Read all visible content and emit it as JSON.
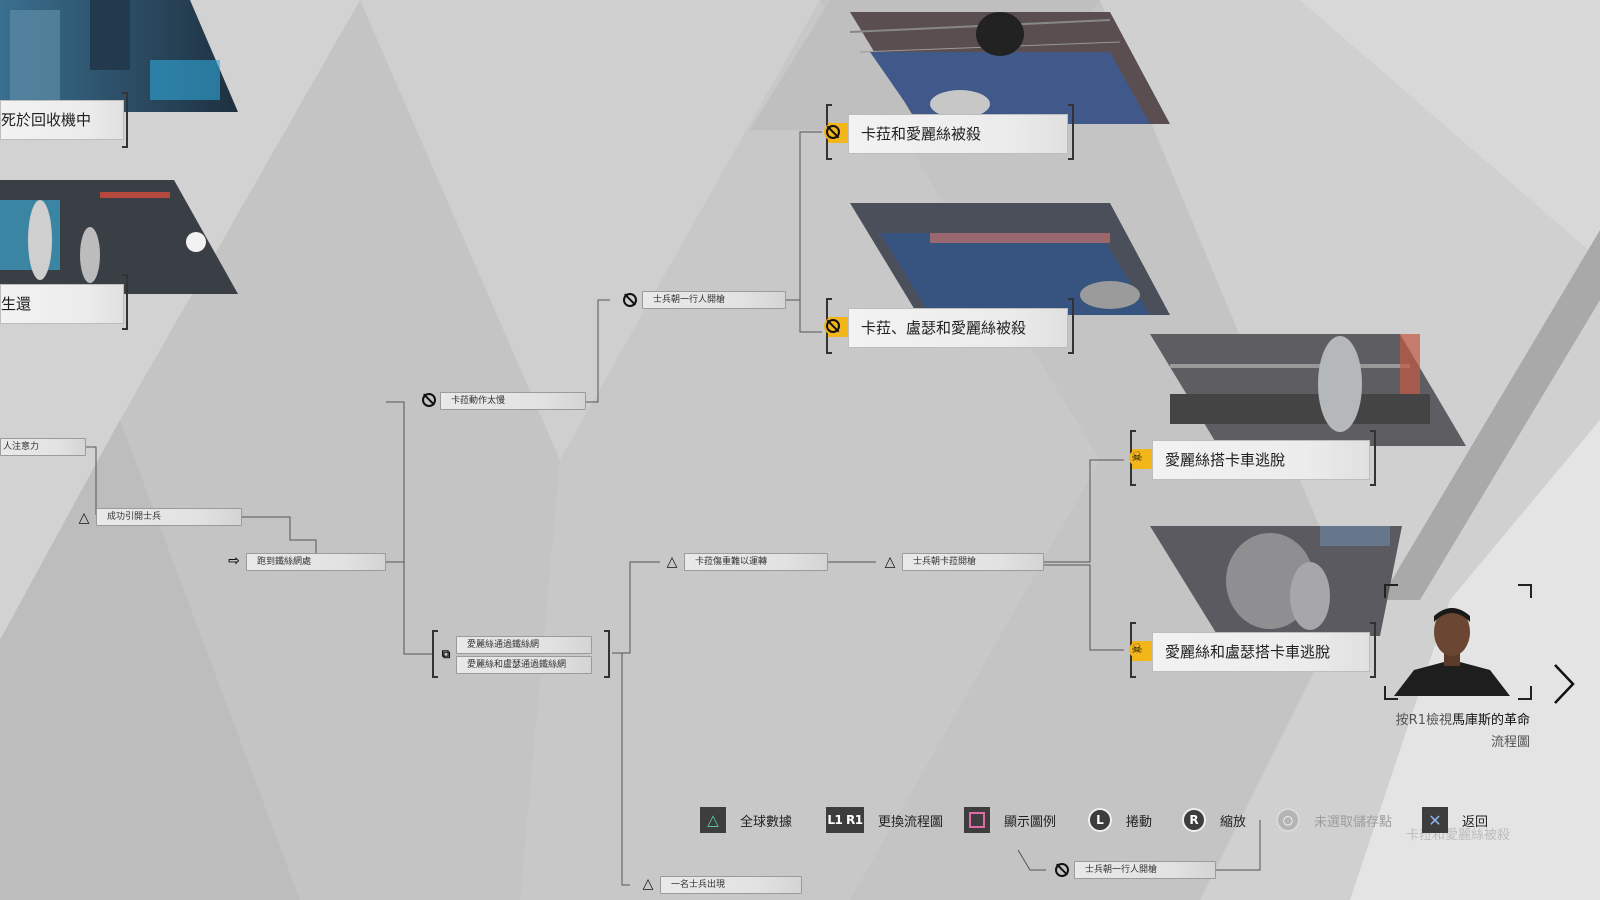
{
  "left_endings": [
    {
      "label": "死於回收機中"
    },
    {
      "label": "生還"
    }
  ],
  "nodes": {
    "attention": "人注意力",
    "lure_soldier": "成功引開士兵",
    "run_to_fence": "跑到鐵絲網處",
    "kara_too_slow": "卡菈動作太慢",
    "soldier_fires": "士兵朝一行人開槍",
    "alice_through_fence": "愛麗絲通過鐵絲網",
    "alice_luther_through_fence": "愛麗絲和盧瑟通過鐵絲網",
    "kara_turns_back": "卡菈傷重難以運轉",
    "soldier_fires_at_kara": "士兵朝卡菈開槍",
    "soldier_appears": "一名士兵出現",
    "soldier_fires_bottom": "士兵朝一行人開槍"
  },
  "endings": [
    {
      "label": "卡菈和愛麗絲被殺",
      "icon": "ban-icon"
    },
    {
      "label": "卡菈、盧瑟和愛麗絲被殺",
      "icon": "ban-icon"
    },
    {
      "label": "愛麗絲搭卡車逃脫",
      "icon": "skull-icon"
    },
    {
      "label": "愛麗絲和盧瑟搭卡車逃脫",
      "icon": "skull-icon"
    }
  ],
  "hint": {
    "line1_prefix": "按R1檢視",
    "line1_name": "馬庫斯的革命",
    "line2": "流程圖"
  },
  "buttons": [
    {
      "key": "△",
      "label": "全球數據",
      "icon": "triangle-icon"
    },
    {
      "key": "L1 R1",
      "label": "更換流程圖",
      "icon": "l1-r1-icon"
    },
    {
      "key": "□",
      "label": "顯示圖例",
      "icon": "square-icon"
    },
    {
      "key": "L",
      "label": "捲動",
      "icon": "left-stick-icon"
    },
    {
      "key": "R",
      "label": "縮放",
      "icon": "right-stick-icon"
    },
    {
      "key": "○",
      "label": "未選取儲存點",
      "icon": "circle-icon"
    },
    {
      "key": "✕",
      "label": "返回",
      "icon": "cross-icon"
    }
  ],
  "ghost_text": "卡菈和愛麗絲被殺",
  "colors": {
    "accent": "#f2b51a",
    "background": "#c4c4c4"
  }
}
